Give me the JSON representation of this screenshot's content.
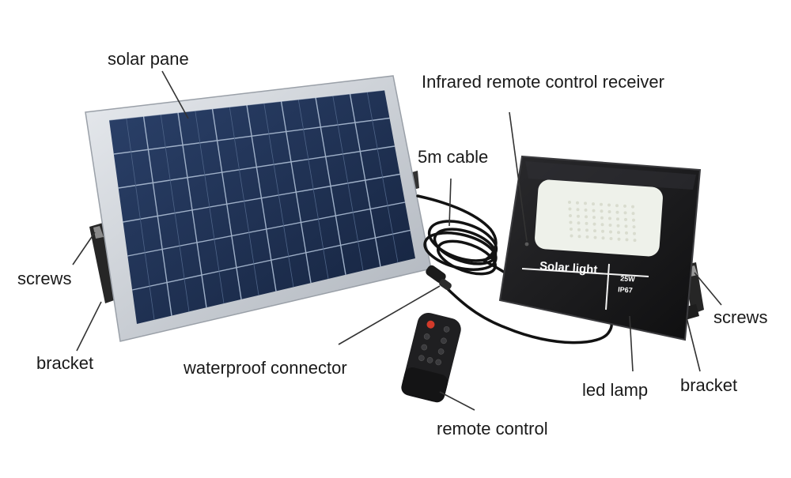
{
  "labels": {
    "solar_pane": "solar pane",
    "infrared_receiver": "Infrared remote control receiver",
    "cable": "5m cable",
    "screws_left": "screws",
    "bracket_left": "bracket",
    "waterproof_connector": "waterproof connector",
    "screws_right": "screws",
    "led_lamp": "led lamp",
    "bracket_right": "bracket",
    "remote_control": "remote control"
  },
  "lamp": {
    "brand_text": "Solar light",
    "power_text": "25W",
    "rating_text": "IP67"
  },
  "colors": {
    "panel_frame": "#c9ced4",
    "panel_cell": "#1e3152",
    "panel_grid": "#b8c4d6",
    "lamp_body": "#1b1b1d",
    "lamp_lens": "#eef1ea",
    "bracket": "#2a2a2a",
    "cable": "#111111",
    "remote_body": "#202022",
    "remote_red_button": "#d23a2a",
    "label_text": "#1a1a1a",
    "leader_line": "#333333"
  }
}
